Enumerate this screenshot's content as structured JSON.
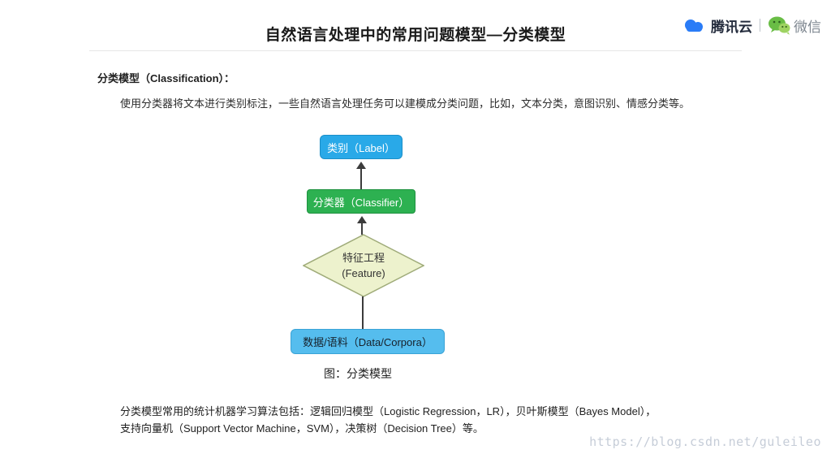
{
  "header": {
    "title": "自然语言处理中的常用问题模型—分类模型",
    "brand": {
      "tencent_cloud_label": "腾讯云",
      "tencent_blue": "#2a7cf7",
      "wechat_label": "微信",
      "wechat_green": "#69bd45"
    }
  },
  "content": {
    "section_heading": "分类模型（Classification）：",
    "intro": "使用分类器将文本进行类别标注，一些自然语言处理任务可以建模成分类问题，比如，文本分类，意图识别、情感分类等。",
    "caption": "图：分类模型",
    "algorithms": "分类模型常用的统计机器学习算法包括：逻辑回归模型（Logistic Regression，LR），贝叶斯模型（Bayes Model），支持向量机（Support Vector Machine，SVM），决策树（Decision Tree）等。"
  },
  "diagram": {
    "nodes": {
      "label": {
        "text": "类别（Label）",
        "fill": "#29a9e8",
        "border": "#1b8fc9",
        "text_color": "#ffffff"
      },
      "classifier": {
        "text": "分类器（Classifier）",
        "fill": "#2db151",
        "border": "#1f9140",
        "text_color": "#ffffff"
      },
      "feature": {
        "line1": "特征工程",
        "line2": "(Feature)",
        "fill": "#edf2cd",
        "border": "#9fab79",
        "text_color": "#333333"
      },
      "data": {
        "text": "数据/语料（Data/Corpora）",
        "fill": "#55bdee",
        "border": "#3aa3d6",
        "text_color": "#17212b"
      }
    }
  },
  "watermark": "https://blog.csdn.net/guleileo"
}
